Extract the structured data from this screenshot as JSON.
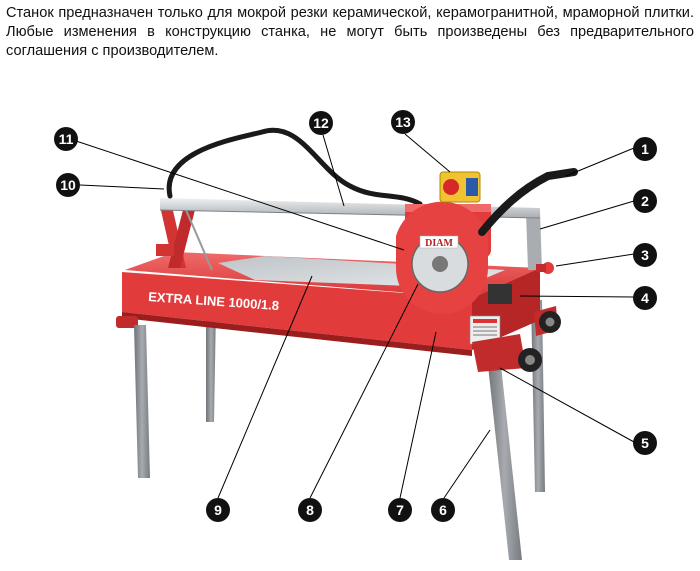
{
  "intro": {
    "text": "Станок предназначен только для мокрой резки керамической, керамогранитной, мраморной плитки. Любые изменения в конструкцию станка, не могут быть произведены без предварительного соглашения с производителем."
  },
  "machine": {
    "model_label": "EXTRA LINE 1000/1.8",
    "brand_label": "DIAM"
  },
  "callouts": [
    "1",
    "2",
    "3",
    "4",
    "5",
    "6",
    "7",
    "8",
    "9",
    "10",
    "11",
    "12",
    "13"
  ],
  "colors": {
    "body_red": "#e23b3b",
    "dark_red": "#a81f1f",
    "rail_grey": "#cfd3d6",
    "leg_grey": "#8d9196",
    "callout_black": "#111111"
  }
}
